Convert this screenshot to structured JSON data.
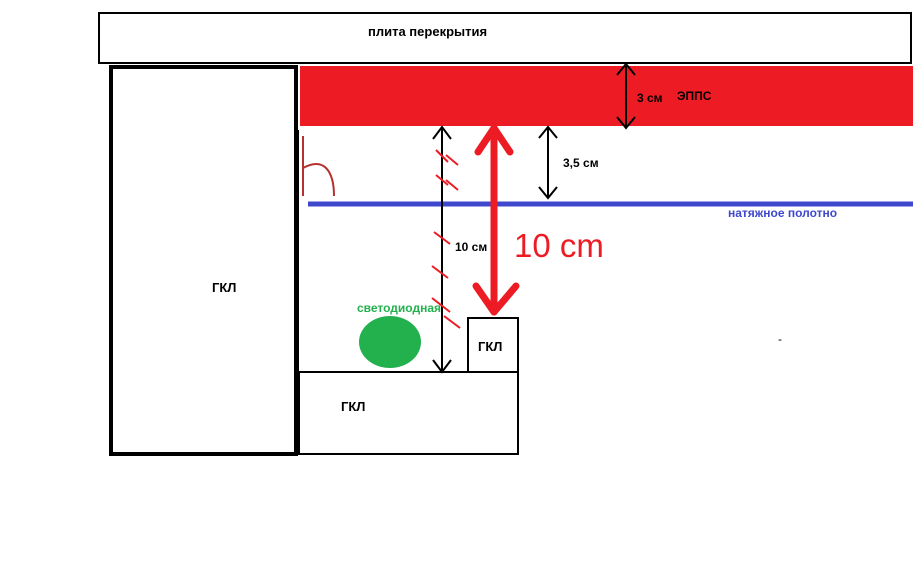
{
  "labels": {
    "slab": "плита перекрытия",
    "epps_thickness": "3 см",
    "epps": "ЭППС",
    "gap": "3,5 см",
    "stretch_ceiling": "натяжное полотно",
    "height_small": "10 см",
    "height_big": "10 cm",
    "gkl_wall": "ГКЛ",
    "gkl_bottom": "ГКЛ",
    "gkl_small": "ГКЛ",
    "led": "светодиодная",
    "dash": "-"
  },
  "colors": {
    "epps": "#ed1c24",
    "stretch": "#3f48cc",
    "led": "#22b14c",
    "arrow_red": "#ed1c24",
    "line": "#000000",
    "handwritten": "#b5312f"
  }
}
